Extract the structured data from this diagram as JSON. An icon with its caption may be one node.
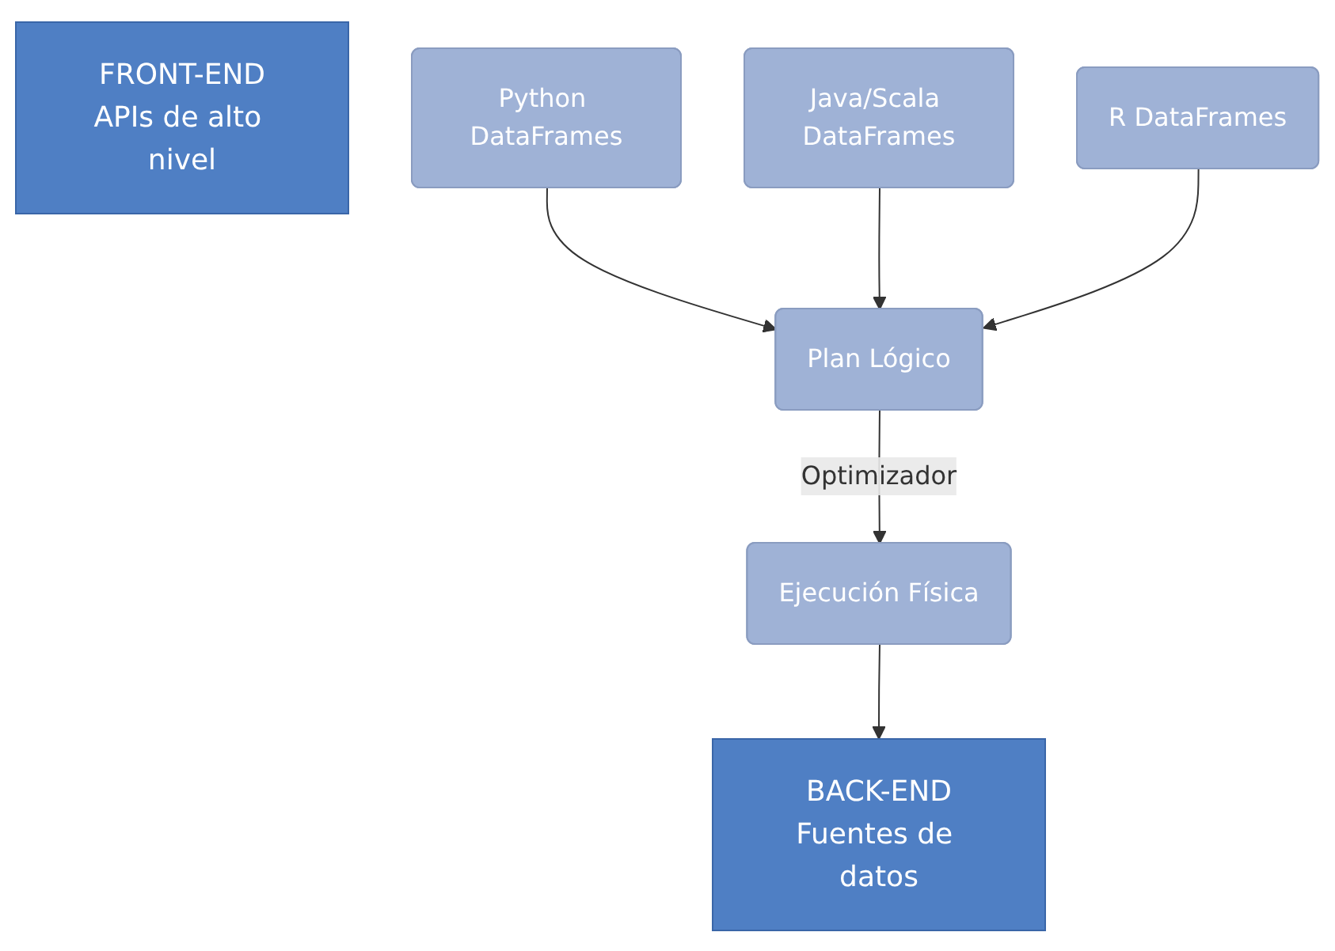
{
  "diagram": {
    "nodes": [
      {
        "text": [
          "FRONT-END",
          "APIs de alto nivel"
        ]
      },
      {
        "text": [
          "Python DataFrames"
        ]
      },
      {
        "text": [
          "Java/Scala DataFrames"
        ]
      },
      {
        "text": [
          "R DataFrames"
        ]
      },
      {
        "text": [
          "Plan Lógico"
        ]
      },
      {
        "text": [
          "Ejecución Física"
        ]
      },
      {
        "text": [
          "BACK-END",
          "Fuentes de datos"
        ]
      }
    ],
    "edges": [
      {
        "from": 1,
        "to": 4,
        "arrow": "to"
      },
      {
        "from": 2,
        "to": 4,
        "arrow": "to"
      },
      {
        "from": 3,
        "to": 4,
        "arrow": "to"
      },
      {
        "from": 4,
        "to": 5,
        "arrow": "to",
        "label": "Optimizador"
      },
      {
        "from": 5,
        "to": 6,
        "arrow": "to"
      }
    ]
  }
}
